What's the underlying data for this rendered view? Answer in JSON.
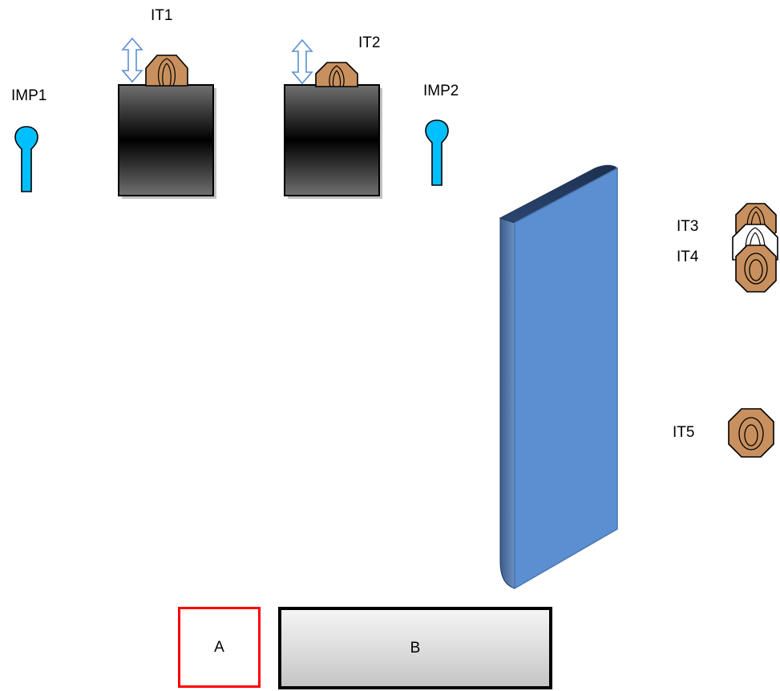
{
  "labels": {
    "it1": "IT1",
    "it2": "IT2",
    "it3": "IT3",
    "it4": "IT4",
    "it5": "IT5",
    "imp1": "IMP1",
    "imp2": "IMP2",
    "box_a": "A",
    "box_b": "B"
  },
  "colors": {
    "probe": "#00bfff",
    "bolt": "#c8905e",
    "panel": "#5b8fd1",
    "panel_edge": "#2b4c78",
    "block_dark": "#000000",
    "block_light": "#707070",
    "box_a_border": "#ff0000",
    "arrow": "#5b8fd1"
  },
  "icons": {
    "block": "dark-gradient-block",
    "bolt": "octagon-bolt-icon",
    "probe": "keyhole-probe-icon",
    "arrow": "vertical-double-arrow-icon",
    "panel": "blue-3d-panel"
  }
}
